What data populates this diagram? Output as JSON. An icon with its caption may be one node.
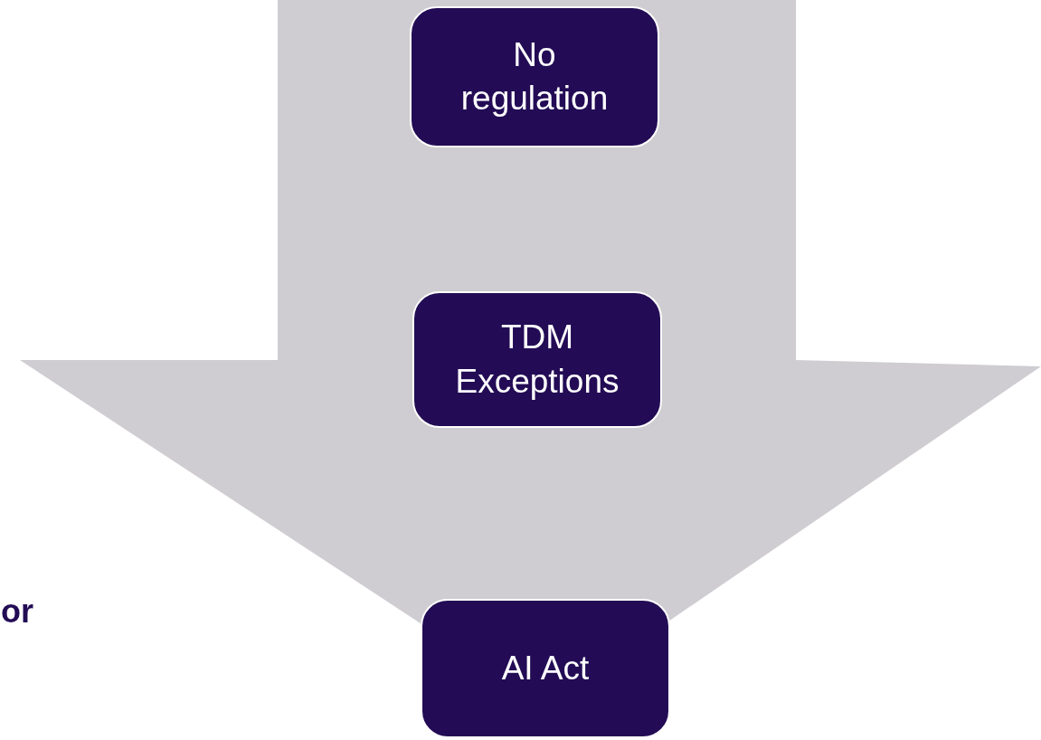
{
  "diagram": {
    "nodes": [
      {
        "text": [
          "No regulation"
        ]
      },
      {
        "text": [
          "TDM Exceptions"
        ]
      },
      {
        "text": [
          "AI Act"
        ]
      }
    ],
    "edges": [
      {
        "from": 0,
        "to": 2,
        "arrow": "to"
      }
    ],
    "labels": [
      "or"
    ]
  }
}
